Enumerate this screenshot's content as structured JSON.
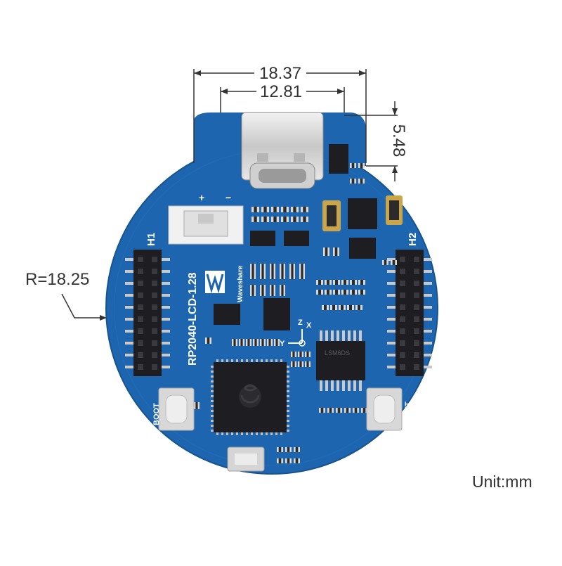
{
  "dimensions": {
    "outer_width": "18.37",
    "connector_width": "12.81",
    "tab_height": "5.48",
    "radius": "R=18.25"
  },
  "unit_label": "Unit:mm",
  "silkscreen": {
    "board_name": "RP2040-LCD-1.28",
    "brand": "Waveshare",
    "header_left": "H1",
    "header_right": "H2",
    "button_left": "BOOT",
    "button_right": "RESET",
    "plus": "+",
    "minus": "−",
    "axis_x": "X",
    "axis_y": "Y",
    "axis_z": "Z",
    "imu_chip": "LSM6DS"
  },
  "colors": {
    "pcb": "#1d65ae",
    "pcb_edge": "#17548f",
    "chip": "#1e1e22",
    "pin": "#c9c9c9",
    "pad": "#d9d9d9",
    "dimension_line": "#333333"
  }
}
